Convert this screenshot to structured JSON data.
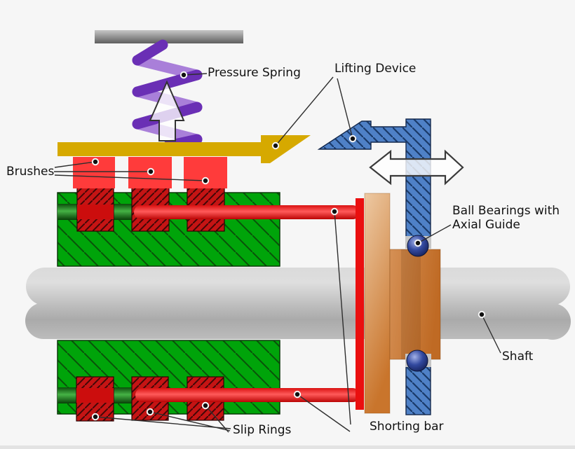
{
  "labels": {
    "pressure_spring": "Pressure Spring",
    "lifting_device": "Lifting Device",
    "brushes": "Brushes",
    "ball_bearings_line1": "Ball Bearings with",
    "ball_bearings_line2": "Axial Guide",
    "shaft": "Shaft",
    "shorting_bar": "Shorting bar",
    "slip_rings": "Slip Rings"
  },
  "colors": {
    "background": "#f6f6f6",
    "green_block": "#00a40a",
    "green_hatch": "#0a520a",
    "dark_red_ring": "#c51414",
    "red_hatch": "#420707",
    "bright_red_brush": "#ff3b3b",
    "red_rod": "#ff2a2a",
    "red_bar": "#ea0f0f",
    "yellow_lever": "#d6a900",
    "purple_spring_dark": "#6a2fb5",
    "purple_spring_light": "#a97fd9",
    "blue_guide": "#4f81c7",
    "blue_hatch": "#1a3a69",
    "copper_plate_top": "#edc9a3",
    "copper_plate_bottom": "#c9752c",
    "copper_hub": "#cd7f3c",
    "ball_navy": "#1c2f7d",
    "shaft_gray": "#bfbfbf",
    "top_bar_gray": "#8a8a8a",
    "pointer_line": "#2e2e2e"
  }
}
